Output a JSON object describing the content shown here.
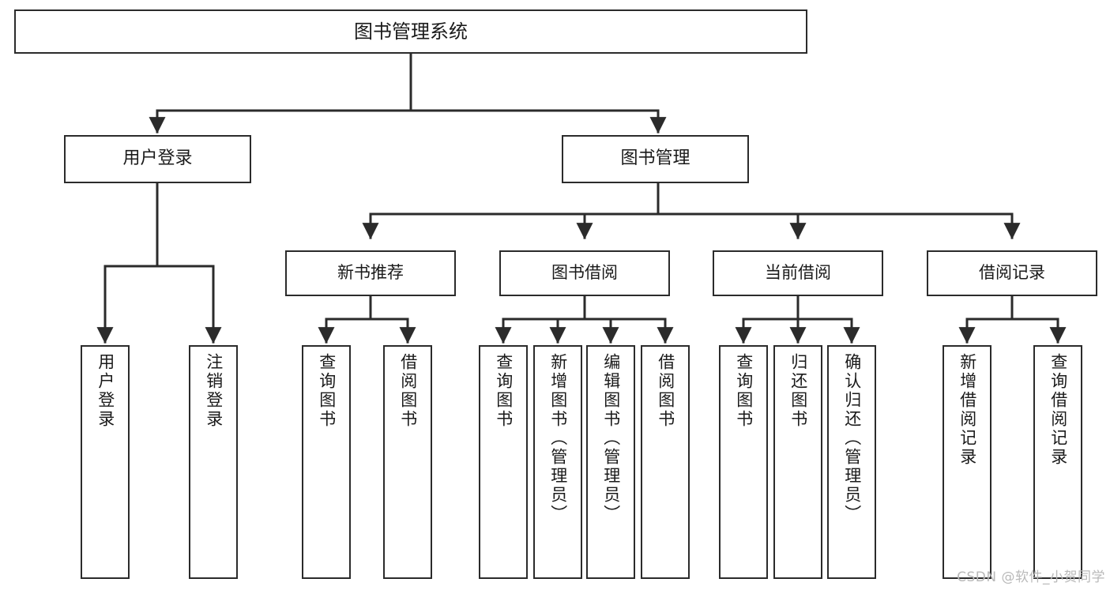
{
  "diagram": {
    "title": "图书管理系统",
    "type": "tree-hierarchy",
    "watermark": "CSDN @软件_小贺同学",
    "colors": {
      "background": "#ffffff",
      "box_border": "#2b2b2b",
      "box_fill": "#ffffff",
      "edge": "#2b2b2b",
      "text": "#1a1a1a",
      "watermark": "#b9b9b9"
    }
  },
  "nodes": {
    "root": {
      "label": "图书管理系统"
    },
    "level2": [
      {
        "label": "用户登录"
      },
      {
        "label": "图书管理"
      }
    ],
    "level3": [
      {
        "label": "新书推荐"
      },
      {
        "label": "图书借阅"
      },
      {
        "label": "当前借阅"
      },
      {
        "label": "借阅记录"
      }
    ],
    "leaves": {
      "user_login": [
        {
          "label": "用户登录"
        },
        {
          "label": "注销登录"
        }
      ],
      "new_book_recommend": [
        {
          "label": "查询图书"
        },
        {
          "label": "借阅图书"
        }
      ],
      "book_borrow": [
        {
          "label": "查询图书"
        },
        {
          "label": "新增图书（管理员）"
        },
        {
          "label": "编辑图书（管理员）"
        },
        {
          "label": "借阅图书"
        }
      ],
      "current_borrow": [
        {
          "label": "查询图书"
        },
        {
          "label": "归还图书"
        },
        {
          "label": "确认归还（管理员）"
        }
      ],
      "borrow_record": [
        {
          "label": "新增借阅记录"
        },
        {
          "label": "查询借阅记录"
        }
      ]
    }
  }
}
